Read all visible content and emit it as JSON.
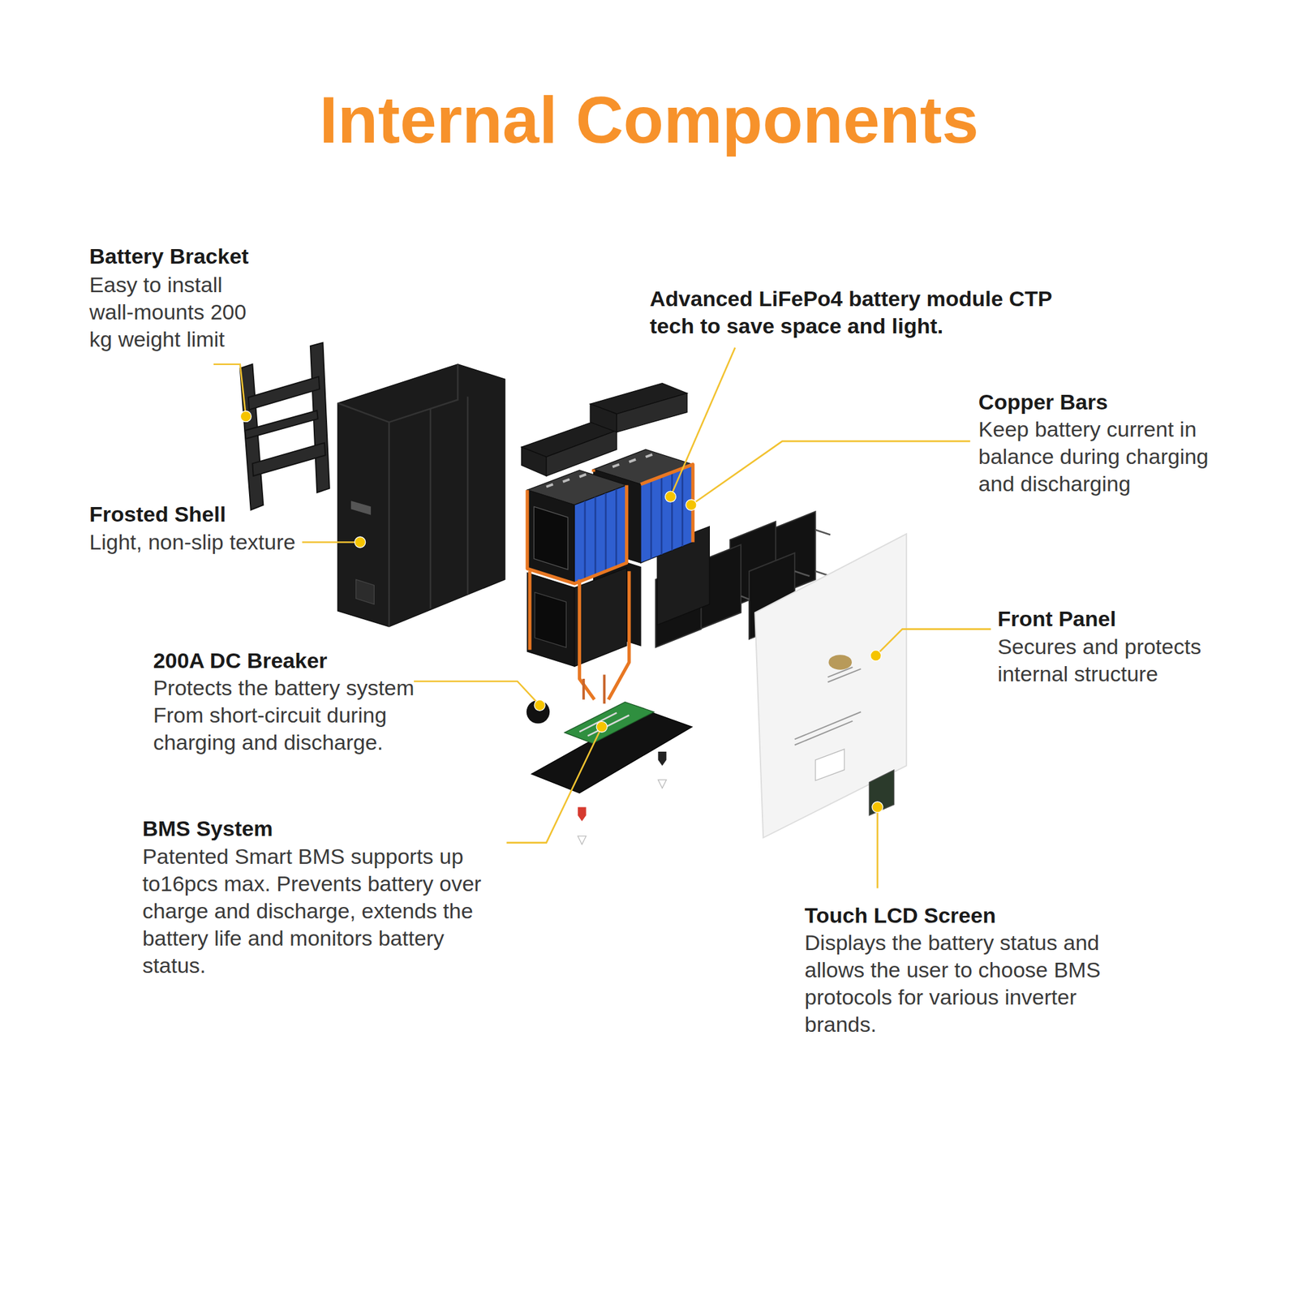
{
  "diagram": {
    "title": "Internal Components",
    "labels": [
      "Battery Bracket",
      "Easy to install wall-mounts 200 kg weight limit",
      "Advanced LiFePo4 battery module CTP tech to save space and light.",
      "Copper Bars",
      "Keep battery current in balance during charging and discharging",
      "Frosted Shell",
      "Light, non-slip texture",
      "Front Panel",
      "Secures and protects internal structure",
      "200A DC Breaker",
      "Protects the battery system From short-circuit during charging and discharge.",
      "BMS System",
      "Patented Smart BMS supports up to16pcs max. Prevents battery over charge and discharge, extends the battery life and monitors battery status.",
      "Touch LCD Screen",
      "Displays the battery status and allows the user to choose BMS protocols for various inverter brands."
    ]
  }
}
